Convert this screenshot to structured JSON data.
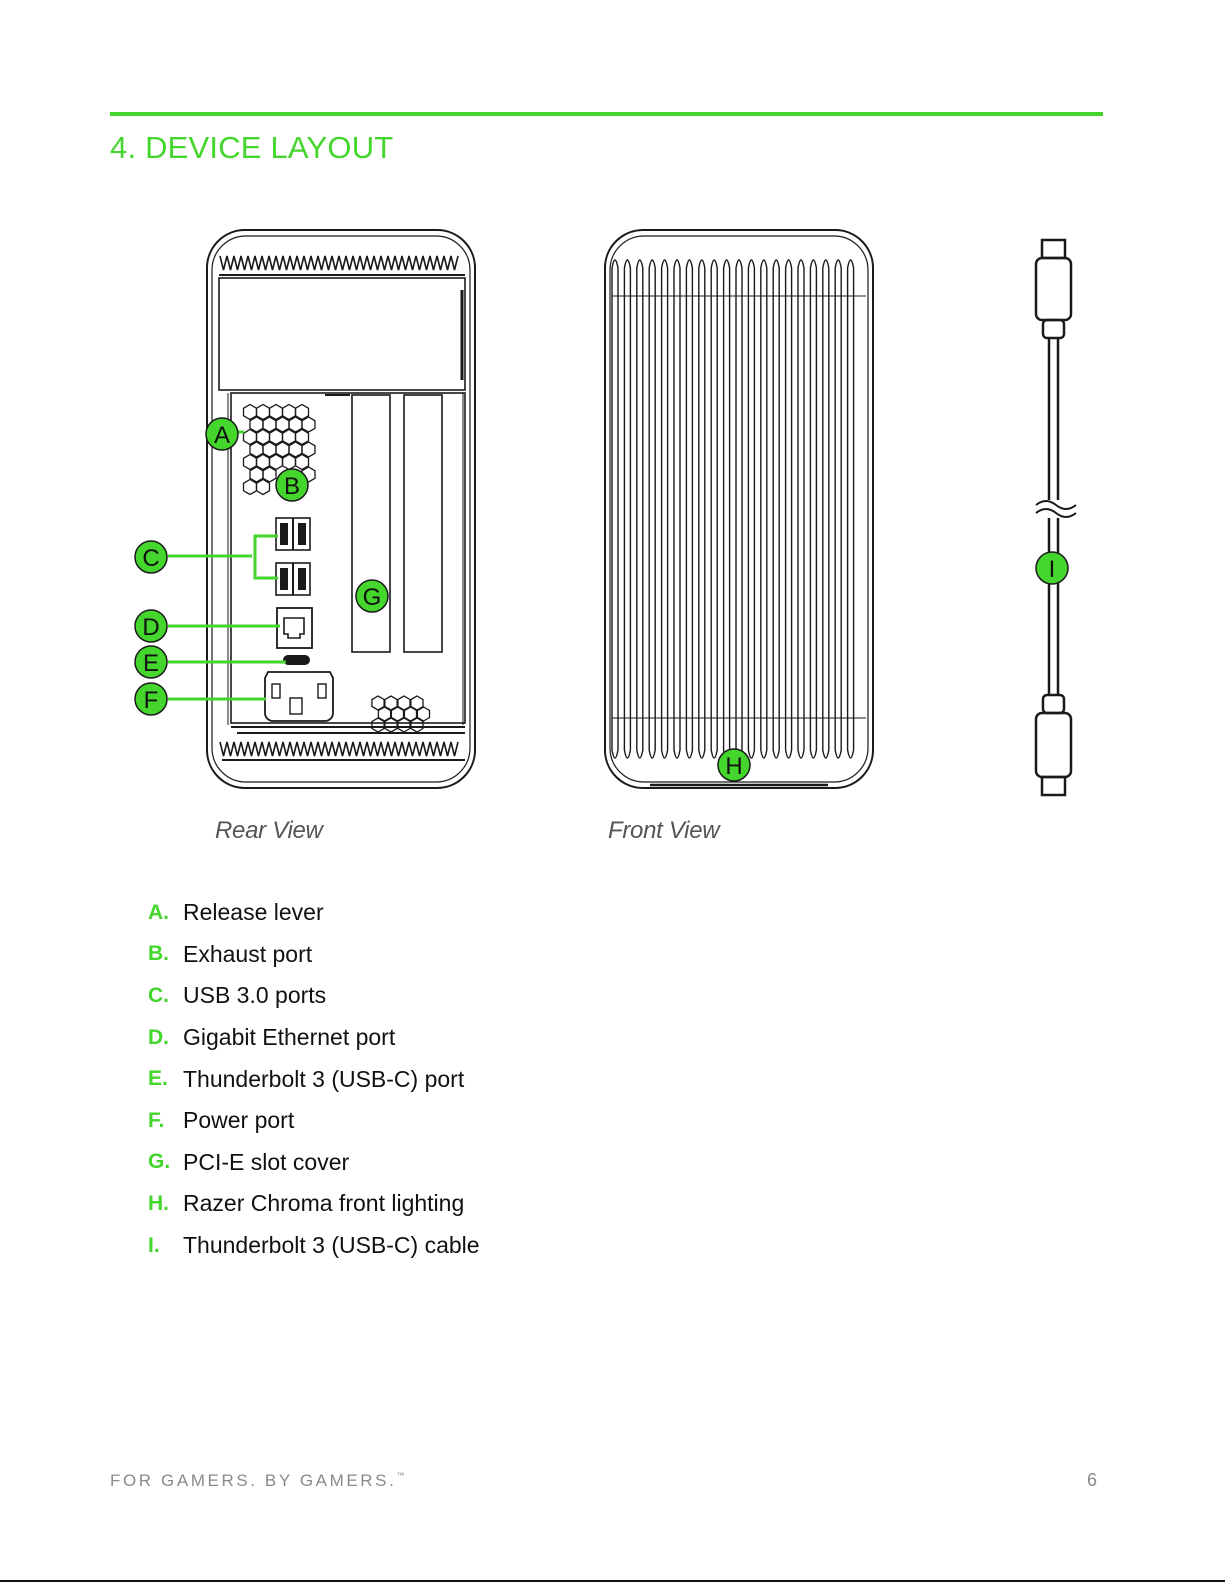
{
  "page": {
    "title": "4. DEVICE LAYOUT",
    "accent_color": "#44d62c"
  },
  "figure": {
    "captions": {
      "rear": "Rear View",
      "front": "Front View"
    },
    "callouts": [
      "A",
      "B",
      "C",
      "D",
      "E",
      "F",
      "G",
      "H",
      "I"
    ]
  },
  "legend": [
    {
      "letter": "A.",
      "text": "Release lever"
    },
    {
      "letter": "B.",
      "text": "Exhaust port"
    },
    {
      "letter": "C.",
      "text": "USB 3.0 ports"
    },
    {
      "letter": "D.",
      "text": "Gigabit Ethernet port"
    },
    {
      "letter": "E.",
      "text": "Thunderbolt 3 (USB-C) port"
    },
    {
      "letter": "F.",
      "text": "Power port"
    },
    {
      "letter": "G.",
      "text": "PCI-E slot cover"
    },
    {
      "letter": "H.",
      "text": "Razer Chroma front lighting"
    },
    {
      "letter": "I.",
      "text": "Thunderbolt 3 (USB-C) cable"
    }
  ],
  "footer": {
    "tagline": "FOR GAMERS. BY GAMERS.",
    "trademark": "™",
    "page_number": "6"
  }
}
